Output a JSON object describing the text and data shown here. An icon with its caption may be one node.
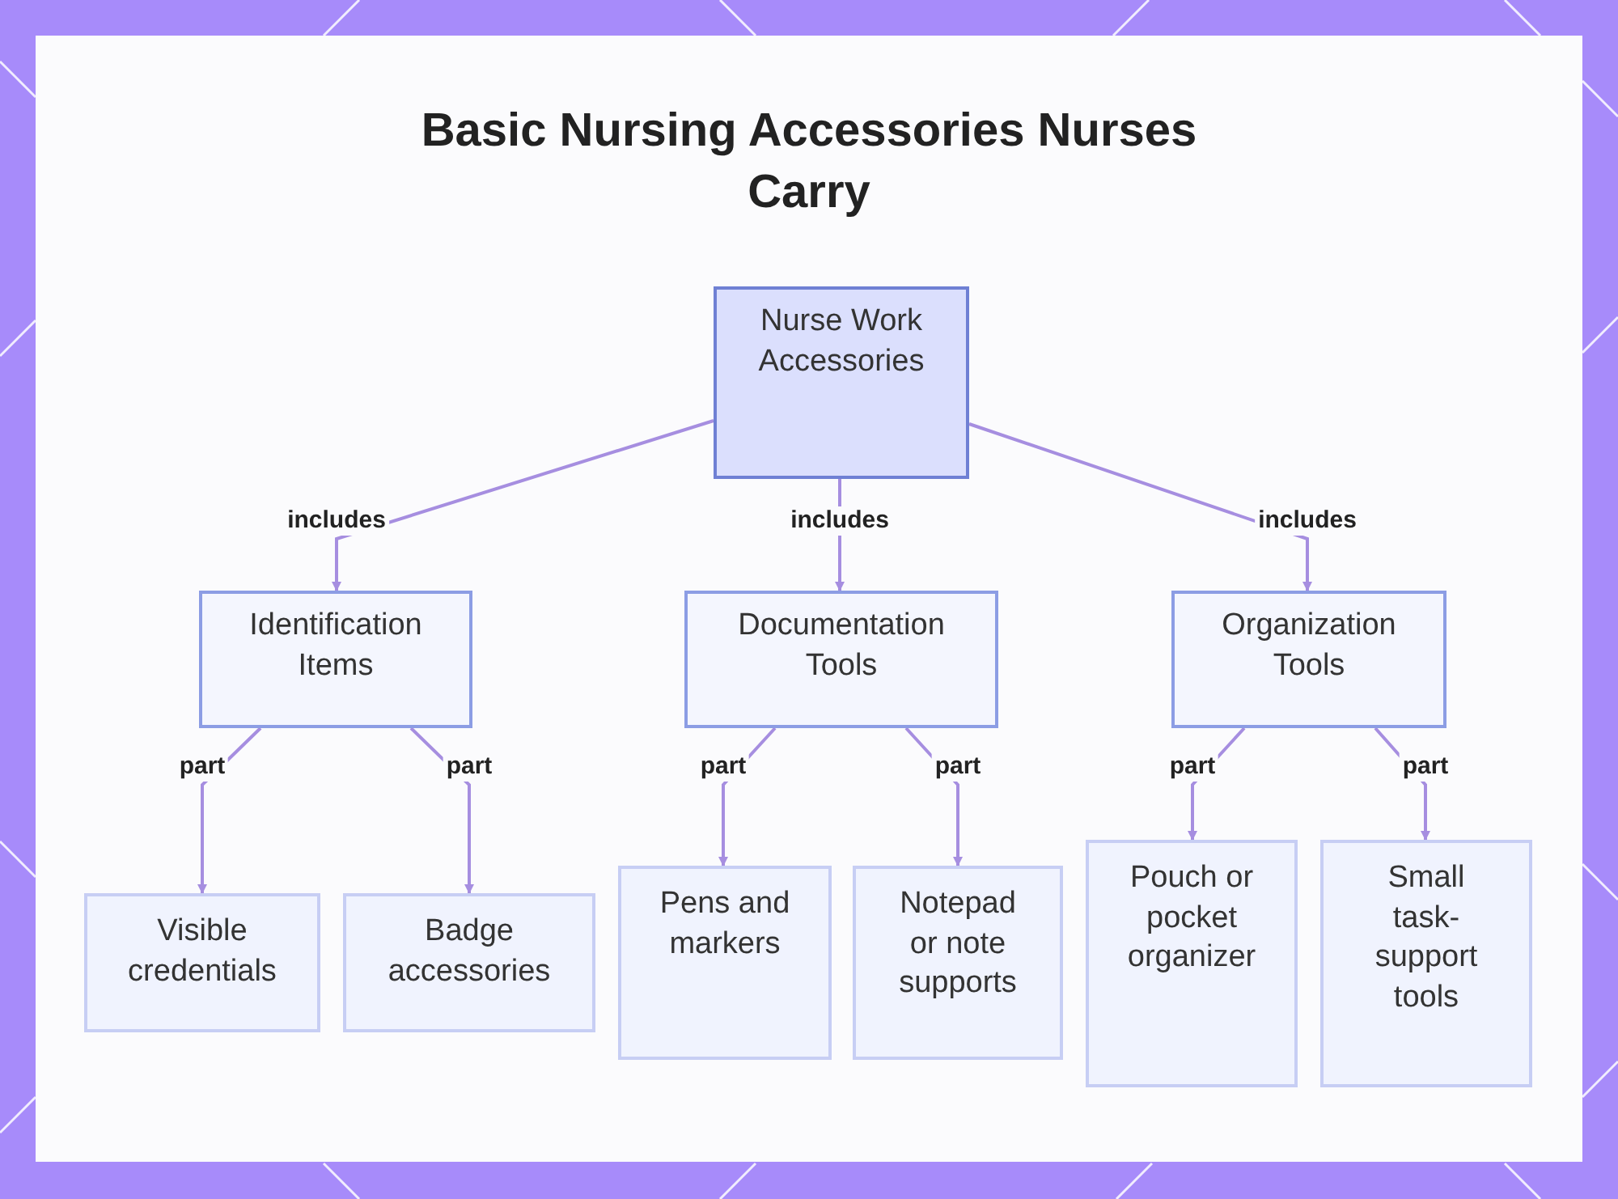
{
  "diagram": {
    "title": "Basic Nursing Accessories Nurses Carry",
    "nodes": [
      {
        "text": [
          "Nurse Work Accessories"
        ]
      },
      {
        "text": [
          "Identification Items"
        ]
      },
      {
        "text": [
          "Documentation Tools"
        ]
      },
      {
        "text": [
          "Organization Tools"
        ]
      },
      {
        "text": [
          "Visible credentials"
        ]
      },
      {
        "text": [
          "Badge accessories"
        ]
      },
      {
        "text": [
          "Pens and markers"
        ]
      },
      {
        "text": [
          "Notepad or note supports"
        ]
      },
      {
        "text": [
          "Pouch or pocket organizer"
        ]
      },
      {
        "text": [
          "Small task-support tools"
        ]
      }
    ],
    "edges": [
      {
        "from": 0,
        "to": 1,
        "arrow": "to",
        "label": "includes"
      },
      {
        "from": 0,
        "to": 2,
        "arrow": "to",
        "label": "includes"
      },
      {
        "from": 0,
        "to": 3,
        "arrow": "to",
        "label": "includes"
      },
      {
        "from": 1,
        "to": 4,
        "arrow": "to",
        "label": "part"
      },
      {
        "from": 1,
        "to": 5,
        "arrow": "to",
        "label": "part"
      },
      {
        "from": 2,
        "to": 6,
        "arrow": "to",
        "label": "part"
      },
      {
        "from": 2,
        "to": 7,
        "arrow": "to",
        "label": "part"
      },
      {
        "from": 3,
        "to": 8,
        "arrow": "to",
        "label": "part"
      },
      {
        "from": 3,
        "to": 9,
        "arrow": "to",
        "label": "part"
      }
    ]
  }
}
